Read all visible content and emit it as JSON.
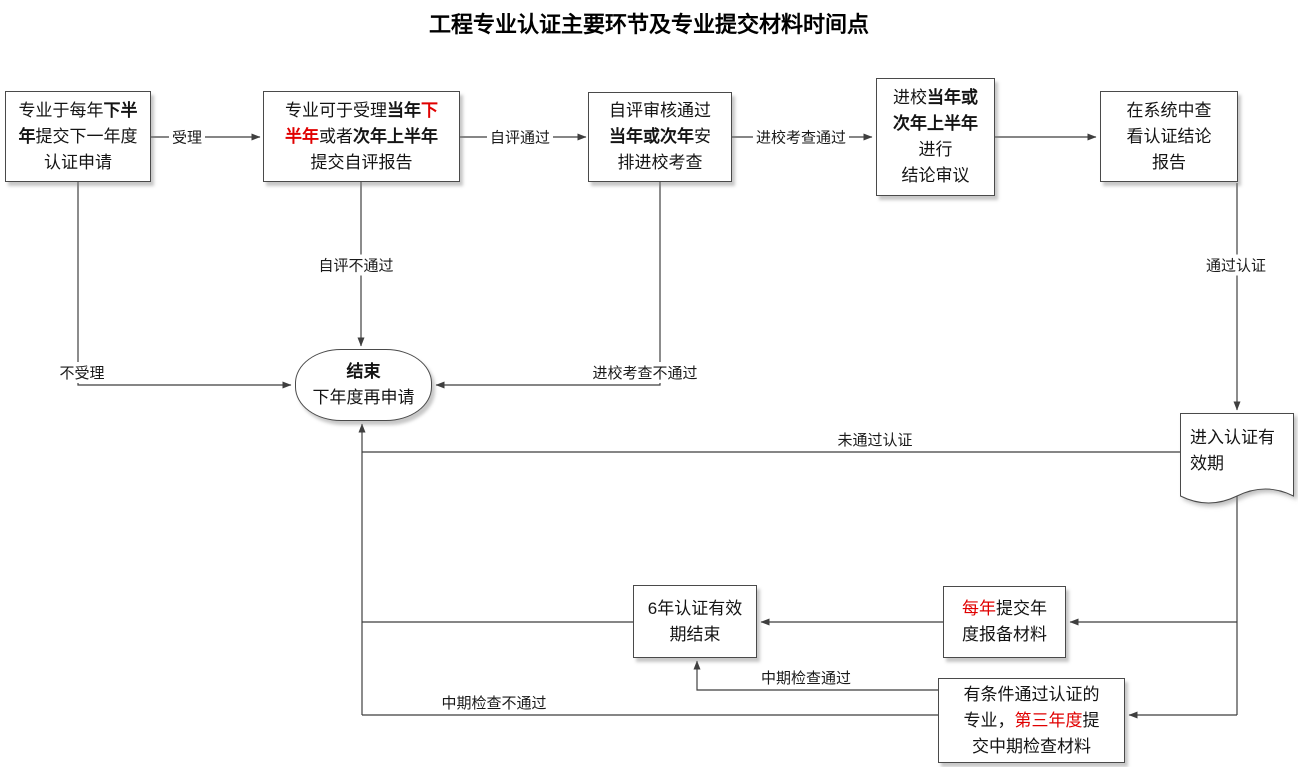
{
  "title": "工程专业认证主要环节及专业提交材料时间点",
  "colors": {
    "accent_red": "#e00000",
    "line": "#3f3f3f"
  },
  "boxes": {
    "apply": {
      "lines": [
        [
          {
            "t": "专业于每年"
          },
          {
            "t": "下半",
            "b": true
          }
        ],
        [
          {
            "t": "年",
            "b": true
          },
          {
            "t": "提交下一年度"
          }
        ],
        [
          {
            "t": "认证申请"
          }
        ]
      ]
    },
    "self_eval": {
      "lines": [
        [
          {
            "t": "专业可于受理"
          },
          {
            "t": "当年",
            "b": true
          },
          {
            "t": "下",
            "b": true,
            "c": "#e00000"
          }
        ],
        [
          {
            "t": "半年",
            "b": true,
            "c": "#e00000"
          },
          {
            "t": "或者"
          },
          {
            "t": "次年上半年",
            "b": true
          }
        ],
        [
          {
            "t": "提交自评报告"
          }
        ]
      ]
    },
    "site_visit": {
      "lines": [
        [
          {
            "t": "自评审核通过"
          }
        ],
        [
          {
            "t": "当年或次年",
            "b": true
          },
          {
            "t": "安"
          }
        ],
        [
          {
            "t": "排进校考查"
          }
        ]
      ]
    },
    "conclusion": {
      "lines": [
        [
          {
            "t": "进校"
          },
          {
            "t": "当年或",
            "b": true
          }
        ],
        [
          {
            "t": "次年上半年",
            "b": true
          }
        ],
        [
          {
            "t": "进行"
          }
        ],
        [
          {
            "t": "结论审议"
          }
        ]
      ]
    },
    "result_report": {
      "lines": [
        [
          {
            "t": "在系统中查"
          }
        ],
        [
          {
            "t": "看认证结论"
          }
        ],
        [
          {
            "t": "报告"
          }
        ]
      ]
    },
    "validity": {
      "lines": [
        [
          {
            "t": "进入认证有"
          }
        ],
        [
          {
            "t": "效期"
          }
        ]
      ]
    },
    "end": {
      "lines": [
        [
          {
            "t": "结束",
            "b": true
          }
        ],
        [
          {
            "t": "下年度再申请"
          }
        ]
      ]
    },
    "expiry": {
      "lines": [
        [
          {
            "t": "6年认证有效"
          }
        ],
        [
          {
            "t": "期结束"
          }
        ]
      ]
    },
    "annual": {
      "lines": [
        [
          {
            "t": "每年",
            "c": "#e00000"
          },
          {
            "t": "提交年"
          }
        ],
        [
          {
            "t": "度报备材料"
          }
        ]
      ]
    },
    "midterm": {
      "lines": [
        [
          {
            "t": "有条件通过认证的"
          }
        ],
        [
          {
            "t": "专业，"
          },
          {
            "t": "第三年度",
            "c": "#e00000"
          },
          {
            "t": "提"
          }
        ],
        [
          {
            "t": "交中期检查材料"
          }
        ]
      ]
    }
  },
  "labels": {
    "accepted": "受理",
    "self_eval_pass": "自评通过",
    "site_visit_pass": "进校考查通过",
    "cert_pass": "通过认证",
    "self_eval_fail": "自评不通过",
    "not_accepted": "不受理",
    "site_visit_fail": "进校考查不通过",
    "cert_fail": "未通过认证",
    "midterm_pass": "中期检查通过",
    "midterm_fail": "中期检查不通过"
  }
}
